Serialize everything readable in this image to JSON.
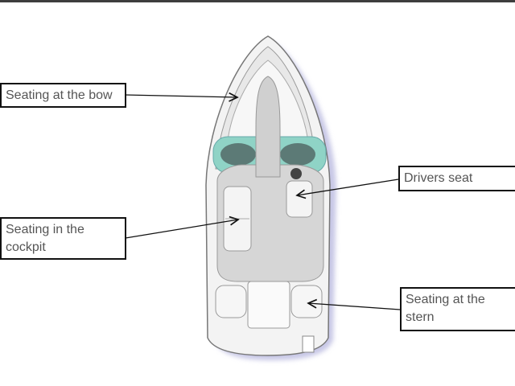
{
  "labels": {
    "bow": "Seating at the bow",
    "drivers": "Drivers seat",
    "cockpit": "Seating in the cockpit",
    "stern": "Seating at the stern"
  },
  "colors": {
    "hull": "#f2f2f2",
    "deck": "#d4d4d4",
    "console": "#7fcfc2",
    "outline": "#666666"
  }
}
